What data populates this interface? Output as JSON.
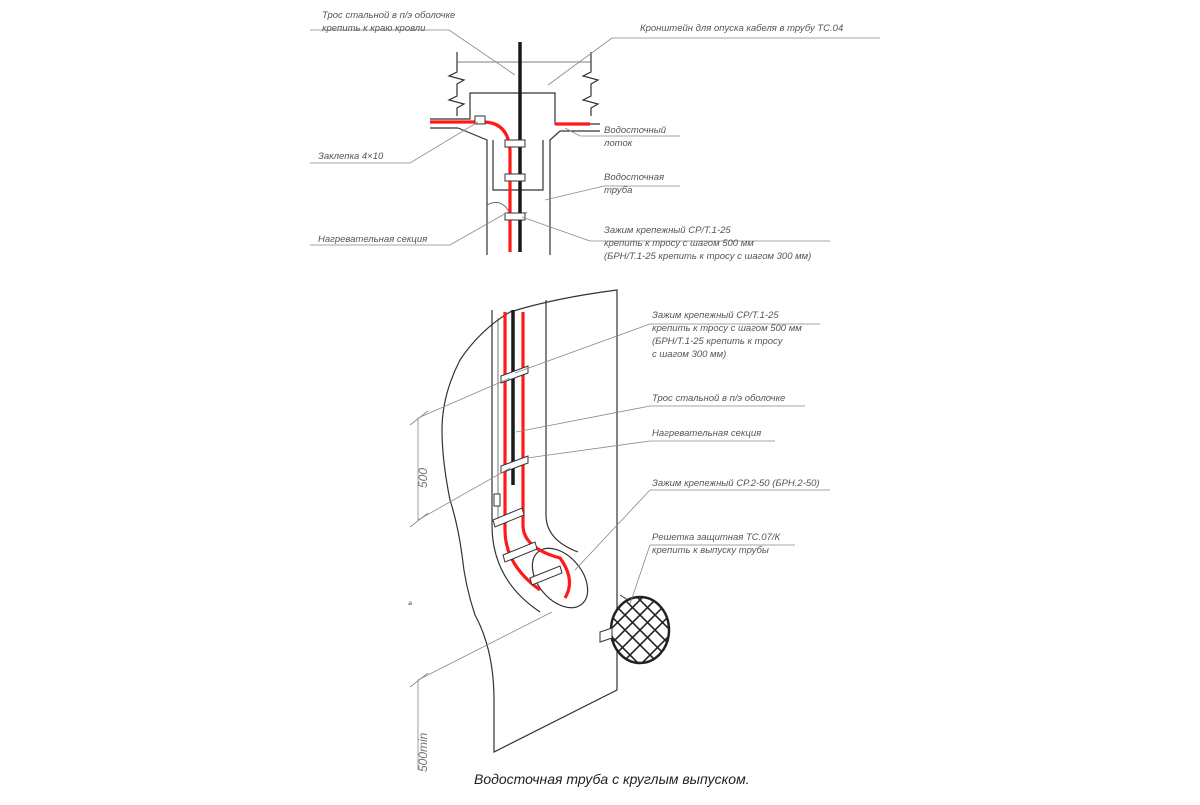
{
  "top_view": {
    "labels": {
      "steel_rope": [
        "Трос стальной в п/э оболочке",
        "крепить к краю кровли"
      ],
      "bracket": "Кронштейн для опуска кабеля в трубу ТС.04",
      "gutter": [
        "Водосточный",
        "лоток"
      ],
      "rivet": "Заклепка 4×10",
      "downpipe": [
        "Водосточная",
        "труба"
      ],
      "clamp": [
        "Зажим крепежный СР/Т.1-25",
        "крепить к тросу с шагом 500 мм",
        "(БРН/Т.1-25 крепить к тросу с шагом 300 мм)"
      ],
      "heating_section": "Нагревательная секция"
    }
  },
  "bottom_view": {
    "labels": {
      "clamp": [
        "Зажим крепежный СР/Т.1-25",
        "крепить к тросу с шагом 500 мм",
        "(БРН/Т.1-25 крепить к тросу",
        "с шагом 300 мм)"
      ],
      "steel_rope": "Трос стальной в п/э оболочке",
      "heating_section": "Нагревательная секция",
      "clamp_sr2": "Зажим крепежный СР.2-50 (БРН.2-50)",
      "grille": [
        "Решетка защитная ТС.07/К",
        "крепить к выпуску трубы"
      ]
    },
    "dimensions": {
      "spacing": "500",
      "min_height": "500min"
    },
    "stray_mark": "ª"
  },
  "caption": "Водосточная труба с круглым выпуском.",
  "colors": {
    "heating_cable": "#ff1a1a",
    "steel_rope": "#1a1a1a",
    "outline": "#333333",
    "leader": "#888888",
    "text": "#555555"
  }
}
